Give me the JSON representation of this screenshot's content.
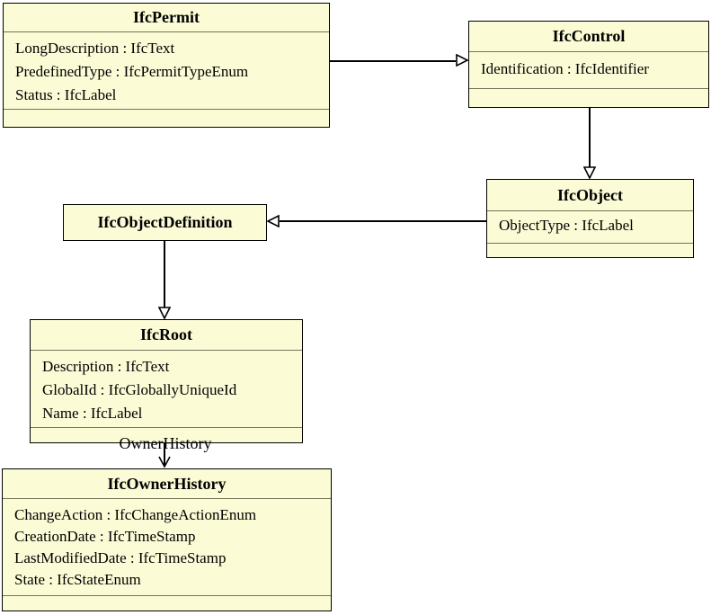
{
  "classes": {
    "permit": {
      "title": "IfcPermit",
      "attributes": [
        "LongDescription : IfcText",
        "PredefinedType : IfcPermitTypeEnum",
        "Status : IfcLabel"
      ]
    },
    "control": {
      "title": "IfcControl",
      "attributes": [
        "Identification : IfcIdentifier"
      ]
    },
    "object": {
      "title": "IfcObject",
      "attributes": [
        "ObjectType : IfcLabel"
      ]
    },
    "object_definition": {
      "title": "IfcObjectDefinition"
    },
    "root": {
      "title": "IfcRoot",
      "attributes": [
        "Description : IfcText",
        "GlobalId : IfcGloballyUniqueId",
        "Name : IfcLabel"
      ]
    },
    "owner_history": {
      "title": "IfcOwnerHistory",
      "attributes": [
        "ChangeAction : IfcChangeActionEnum",
        "CreationDate : IfcTimeStamp",
        "LastModifiedDate : IfcTimeStamp",
        "State : IfcStateEnum"
      ]
    }
  },
  "relationships": {
    "owner_history_label": "OwnerHistory"
  },
  "colors": {
    "boxFill": "#FBFBD6",
    "boxBorder": "#000000",
    "separator": "#75745A",
    "background": "#FFFFFF"
  }
}
